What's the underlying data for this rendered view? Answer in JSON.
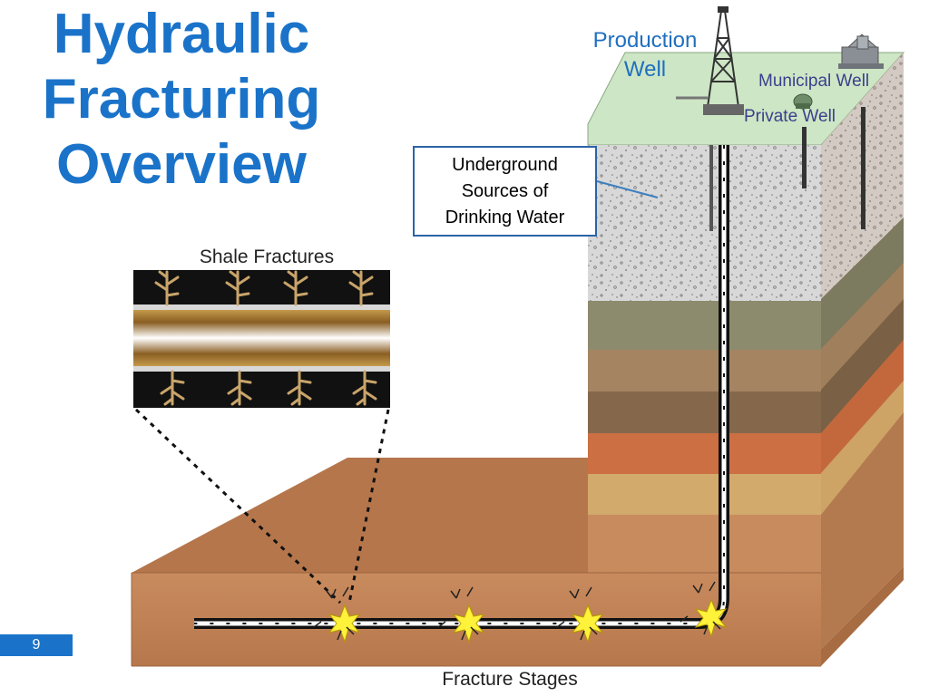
{
  "title": {
    "line1": "Hydraulic",
    "line2": "Fracturing",
    "line3": "Overview"
  },
  "labels": {
    "production_well_line1": "Production",
    "production_well_line2": "Well",
    "municipal_well": "Municipal Well",
    "private_well": "Private Well",
    "usdw_line1": "Underground",
    "usdw_line2": "Sources of",
    "usdw_line3": "Drinking Water",
    "shale_fractures": "Shale Fractures",
    "fracture_stages": "Fracture Stages"
  },
  "page_number": "9",
  "colors": {
    "title": "#1a73c9",
    "label_blue": "#1f6fc0",
    "label_purple": "#3b3f8c",
    "surface": "#cde6c5",
    "aquifer": "#d6d6d6",
    "shale": "#c4855a"
  }
}
